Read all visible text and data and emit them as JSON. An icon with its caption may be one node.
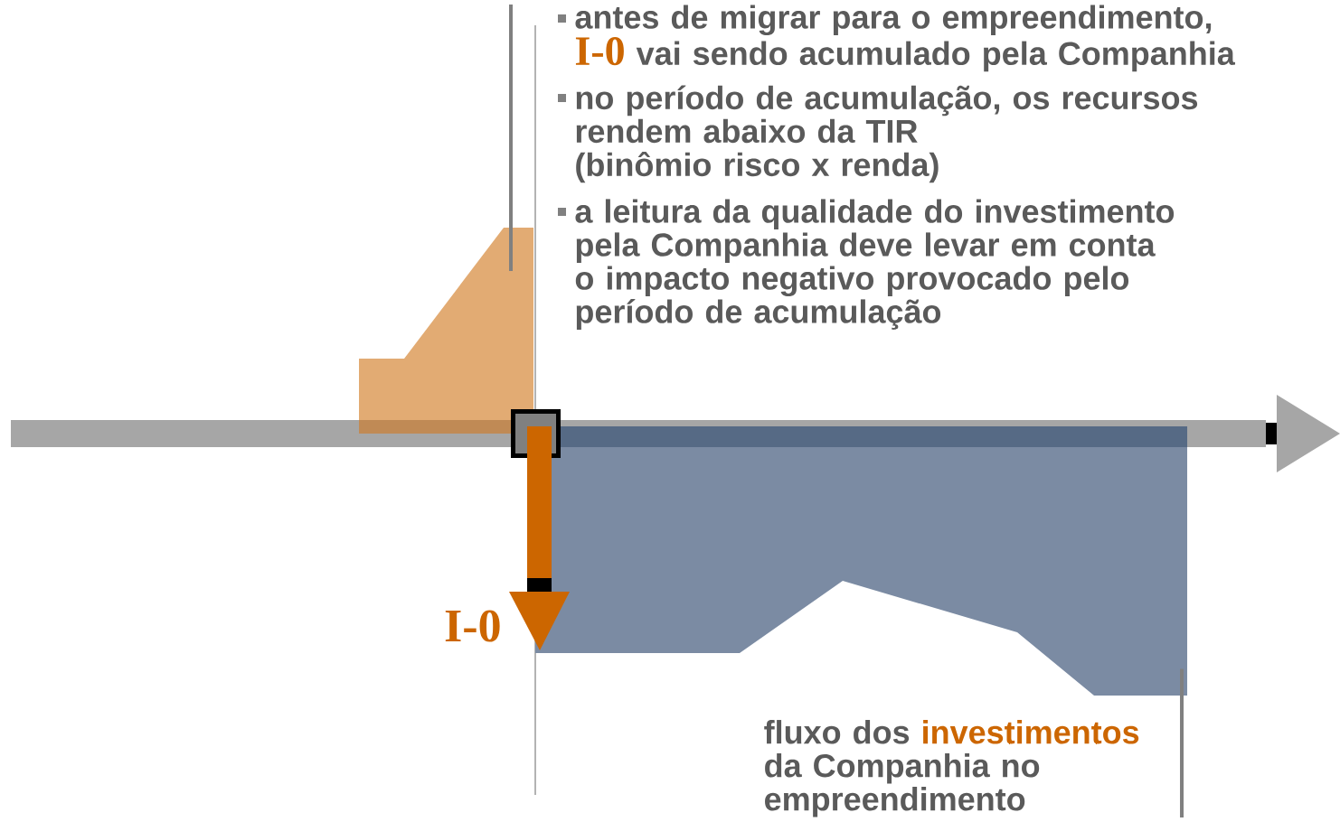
{
  "diagram": {
    "nodes": [
      {
        "text": [],
        "shape": "polygon"
      },
      {
        "text": [],
        "shape": "polygon"
      },
      {
        "text": [
          "fluxo dos",
          "investimentos",
          "da Companhia no empreendimento"
        ]
      }
    ],
    "edges": [
      {
        "from": 2,
        "to": 1,
        "arrow": "none"
      }
    ],
    "labels": [
      "antes de migrar para o empreendimento,",
      "I-0",
      "vai sendo acumulado pela Companhia",
      "no período de acumulação, os recursos rendem abaixo da TIR",
      "(binômio risco x renda)",
      "a leitura da qualidade do investimento pela Companhia deve levar em conta o impacto negativo provocado pelo período de acumulação",
      "I-0"
    ]
  }
}
